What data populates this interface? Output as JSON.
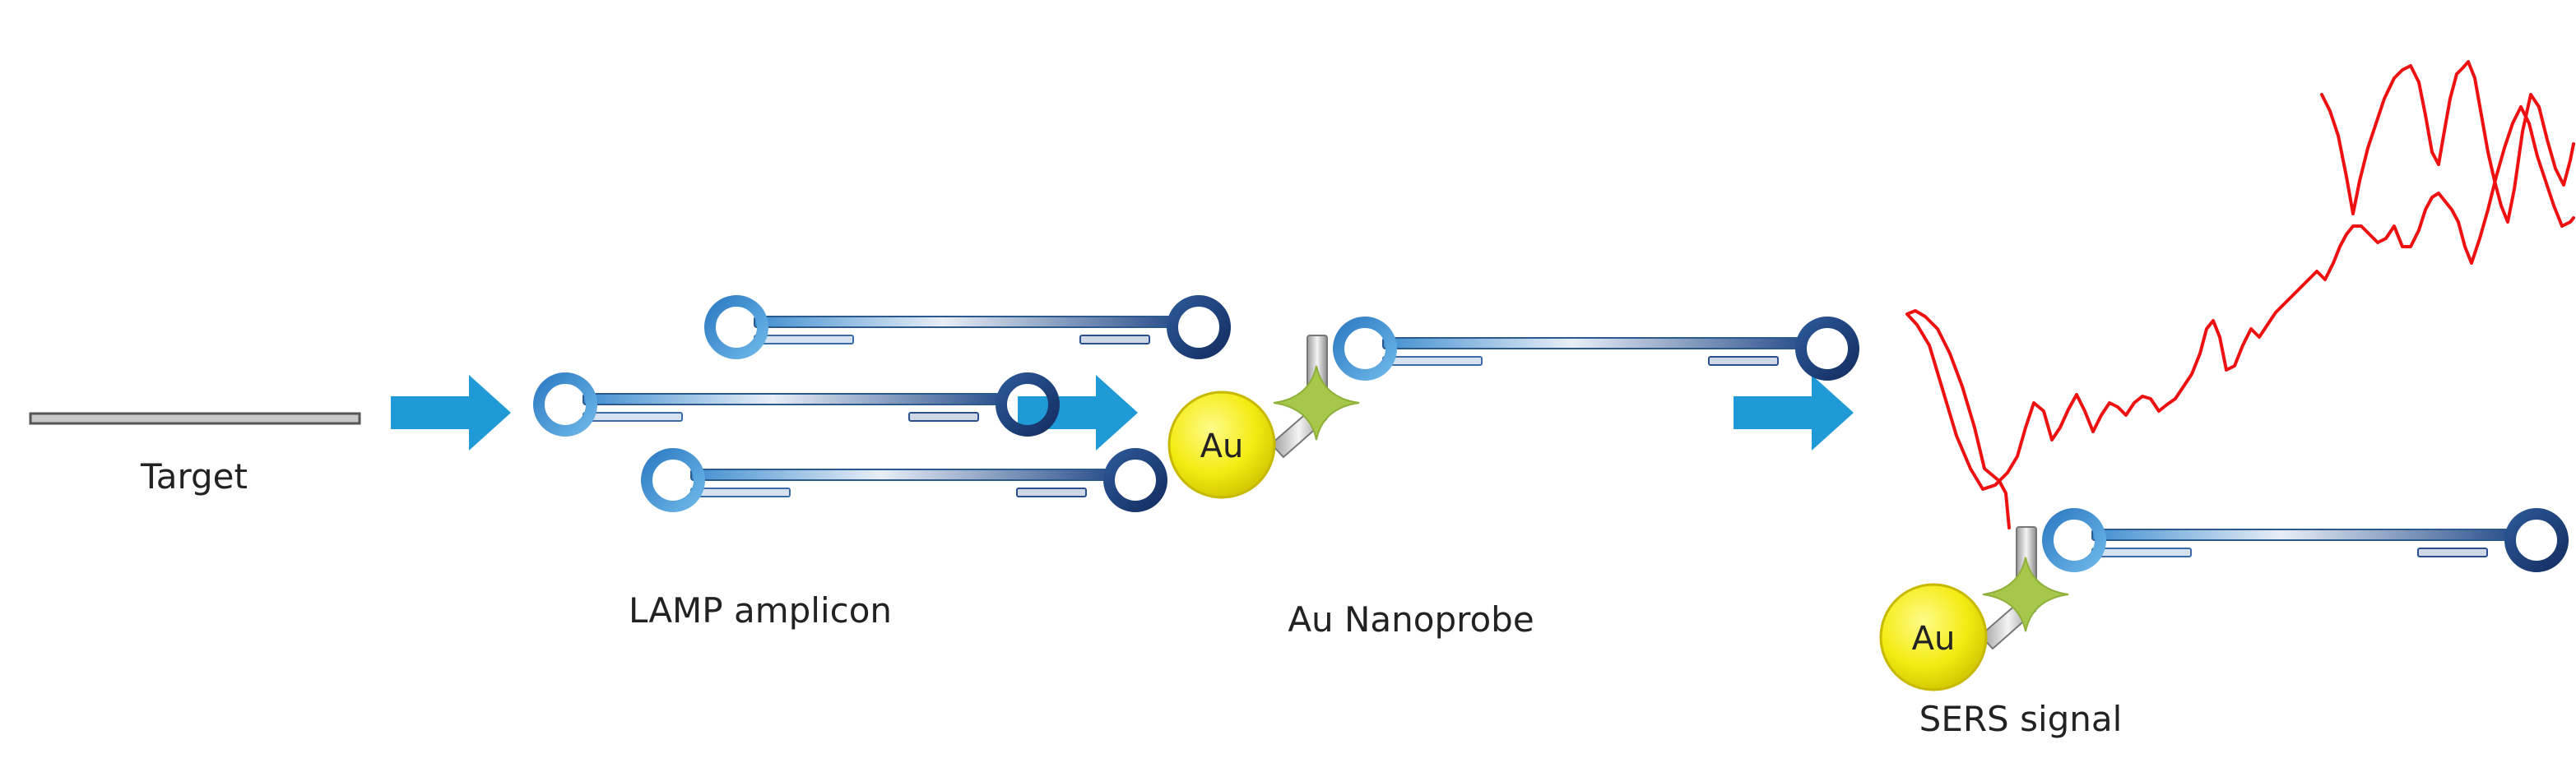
{
  "labels": {
    "target": "Target",
    "lamp_amplicon": "LAMP amplicon",
    "au_nanoprobe": "Au Nanoprobe",
    "sers_signal": "SERS signal"
  },
  "au_text": "Au",
  "colors": {
    "arrow": "#1f9ad6",
    "hairpin_dark": "#1d3f7a",
    "hairpin_light": "#4fa3dc",
    "gold": "#f2ee1a",
    "gold_edge": "#c7b800",
    "star": "#a6c84a",
    "signal": "#ee1111"
  }
}
